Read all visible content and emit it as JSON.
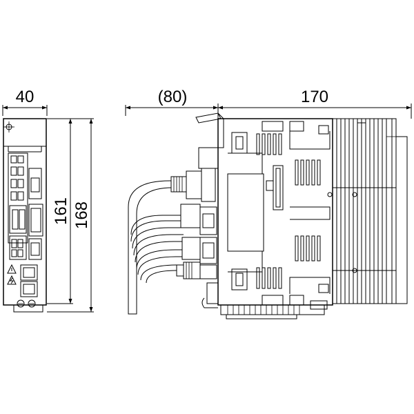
{
  "colors": {
    "line": "#000000",
    "background": "#ffffff"
  },
  "dimensions": {
    "front_width": "40",
    "front_inner_height": "161",
    "front_outer_height": "168",
    "side_cable_depth": "(80)",
    "side_body_depth": "170"
  },
  "icons": {
    "mount_hole": "crosshair-icon",
    "caution": "warning-triangle-icon",
    "shock": "electric-shock-triangle-icon",
    "ground": "ground-screw-icon"
  }
}
